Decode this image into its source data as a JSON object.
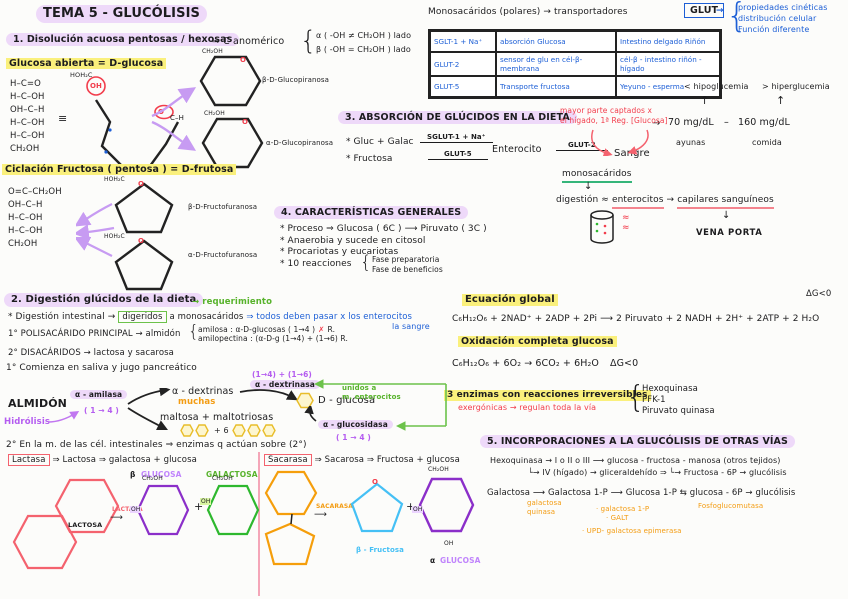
{
  "title": "TEMA 5 - GLUCÓLISIS",
  "atoms": {
    "o": "O",
    "oh": "OH",
    "ch2oh": "CH₂OH",
    "hoh2c": "HOH₂C",
    "ch": "C–H"
  },
  "sec1": {
    "heading": "1. Disolución acuosa pentosas / hexosas",
    "heading2": "⇒ C anomérico",
    "alpha_rule": "α ( -OH ≠ CH₂OH ) lado",
    "beta_rule": "β ( -OH = CH₂OH ) lado",
    "glucosa_open": "Glucosa abierta = D-glucosa",
    "fischer_glucose": [
      "H–C=O",
      "H–C–OH",
      "OH–C–H",
      "H–C–OH",
      "H–C–OH",
      "CH₂OH"
    ],
    "equiv": "≡",
    "beta_pyranose": "β-D-Glucopiranosa",
    "alpha_pyranose": "α-D-Glucopiranosa",
    "fructosa_heading": "Ciclación Fructosa ( pentosa ) = D-frutosa",
    "fischer_fructose": [
      "O=C–CH₂OH",
      "OH–C–H",
      "H–C–OH",
      "H–C–OH",
      "CH₂OH"
    ],
    "beta_furanose": "β-D-Fructofuranosa",
    "alpha_furanose": "α-D-Fructofuranosa"
  },
  "glut": {
    "intro": "Monosacáridos (polares) → transportadores",
    "box": "GLUT",
    "arrow": "→",
    "props": [
      "propiedades cinéticas",
      "distribución celular",
      "Función diferente"
    ],
    "rows": [
      {
        "name": "SGLT-1 + Na⁺",
        "func": "absorción Glucosa",
        "loc": "Intestino delgado Riñón"
      },
      {
        "name": "GLUT-2",
        "func": "sensor de glu en cél-β- membrana",
        "loc": "cél-β - intestino riñón - hígado"
      },
      {
        "name": "GLUT-5",
        "func": "Transporte fructosa",
        "loc": "Yeyuno - esperma"
      }
    ],
    "hypo": "< hipoglucemia",
    "hyper": "> hiperglucemia",
    "up": "↑",
    "range_arrow": "→",
    "range_low": "70 mg/dL",
    "range_dash": "–",
    "range_high": "160 mg/dL",
    "ayunas": "ayunas",
    "comida": "comida"
  },
  "sec3": {
    "heading": "3. ABSORCIÓN DE GLÚCIDOS EN LA DIETA",
    "r1": "* Gluc + Galac",
    "r1t": "SGLUT-1 + Na⁺",
    "r2": "* Fructosa",
    "r2t": "GLUT-5",
    "enterocito": "Enterocito",
    "glut2": "GLUT-2",
    "sangre": "Sangre",
    "liver_note": "mayor parte captados x\nel hígado, 1ª Reg. [Glucosa]",
    "mono": "monosacáridos",
    "down": "↓",
    "dig1": "digestión",
    "approx": "≈",
    "dig2": "enterocitos",
    "arrow": "→",
    "dig3": "capilares sanguíneos",
    "vena": "VENA PORTA",
    "squig": "≈"
  },
  "sec4": {
    "heading": "4. CARACTERÍSTICAS GENERALES",
    "bullets": [
      "* Proceso ⇒ Glucosa ( 6C ) ⟶ Piruvato ( 3C )",
      "* Anaerobia y sucede en citosol",
      "* Procariotas y eucariotas",
      "* 10 reacciones"
    ],
    "fases": [
      "Fase preparatoria",
      "Fase de beneficios"
    ]
  },
  "sec2": {
    "heading": "2. Digestión glúcidos de la dieta",
    "req": "→ requerimiento",
    "l1a": "* Digestión intestinal →",
    "digeridos": "digeridos",
    "l1b": "a monosacáridos",
    "l1c": "⇒ todos deben pasar x los enterocitos",
    "sangre": "la sangre",
    "l2": "1° POLISACÁRIDO PRINCIPAL → almidón",
    "amilosa": "amilosa : α-D-glucosas ( 1→4 )",
    "cross": "✗",
    "r": "R.",
    "amilopectina": "amilopectina : (α-D-g (1→4) + (1→6) R.",
    "l3": "2° DISACÁRIDOS → lactosa y sacarosa"
  },
  "eq": {
    "global_label": "Ecuación global",
    "dg1": "ΔG<0",
    "global_eq": "C₆H₁₂O₆ + 2NAD⁺ + 2ADP + 2Pi ⟶ 2 Piruvato + 2 NADH + 2H⁺ + 2ATP + 2 H₂O",
    "ox_label": "Oxidación completa glucosa",
    "ox_eq": "C₆H₁₂O₆ + 6O₂ → 6CO₂ + 6H₂O",
    "dg2": "ΔG<0"
  },
  "enz": {
    "heading": "3 enzimas con reacciones irreversibles",
    "sub": "exergónicas → regulan toda la vía",
    "list": [
      "Hexoquinasa",
      "PFK-1",
      "Piruvato quinasa"
    ]
  },
  "sec5": {
    "heading": "5. INCORPORACIONES A LA GLUCÓLISIS DE OTRAS VÍAS",
    "l1": "Hexoquinasa → I o II o III ⟶ glucosa - fructosa - manosa  (otros tejidos)",
    "l2": "└→ IV (hígado) → gliceraldehído ⇒ └→ Fructosa - 6P → glucólisis",
    "l3": "Galactosa ⟶ Galactosa 1-P ⟶ Glucosa 1-P ⇆ glucosa - 6P → glucólisis",
    "quinasa": "galactosa\nquinasa",
    "gal1p": "· galactosa 1-P",
    "galt": "· GALT",
    "epim": "· UPD- galactosa epimerasa",
    "mutasa": "Fosfoglucomutasa"
  },
  "starch": {
    "l1": "1° Comienza en saliva y jugo pancreático",
    "almidon": "ALMIDÓN",
    "amilasa": "α - amilasa",
    "b14": "( 1 → 4 )",
    "hidrolisis": "Hidrólisis",
    "dextrinas": "α - dextrinas",
    "muchas": "muchas",
    "dextrinasa": "α - dextrinasa",
    "b146": "(1→4) + (1→6)",
    "maltosa": "maltosa + maltotriosas",
    "plus6": "+ 6",
    "glucosidasa": "α - glucosidasa",
    "b14b": "( 1 → 4 )",
    "dglucosa": "D - glucosa",
    "unidos": "unidos a\nm. enterocitos",
    "l2": "2° En la m. de las cél. intestinales ⇒ enzimas q actúan sobre (2°)"
  },
  "lact": {
    "enzyme": "Lactasa",
    "line": "⇒ Lactosa ⇒ galactosa + glucosa",
    "structure": "LACTOSA",
    "arrow_enzyme": "LACTASA",
    "arrow": "⟶",
    "beta": "β",
    "glucosa": "GLUCOSA",
    "plus": "+",
    "galactosa": "GALACTOSA"
  },
  "sucr": {
    "enzyme": "Sacarasa",
    "line": "⇒ Sacarosa ⇒ Fructosa + glucosa",
    "arrow_enzyme": "SACARASA",
    "arrow": "⟶",
    "fructosa": "β - Fructosa",
    "plus": "+",
    "alpha": "α",
    "glucosa": "GLUCOSA"
  }
}
